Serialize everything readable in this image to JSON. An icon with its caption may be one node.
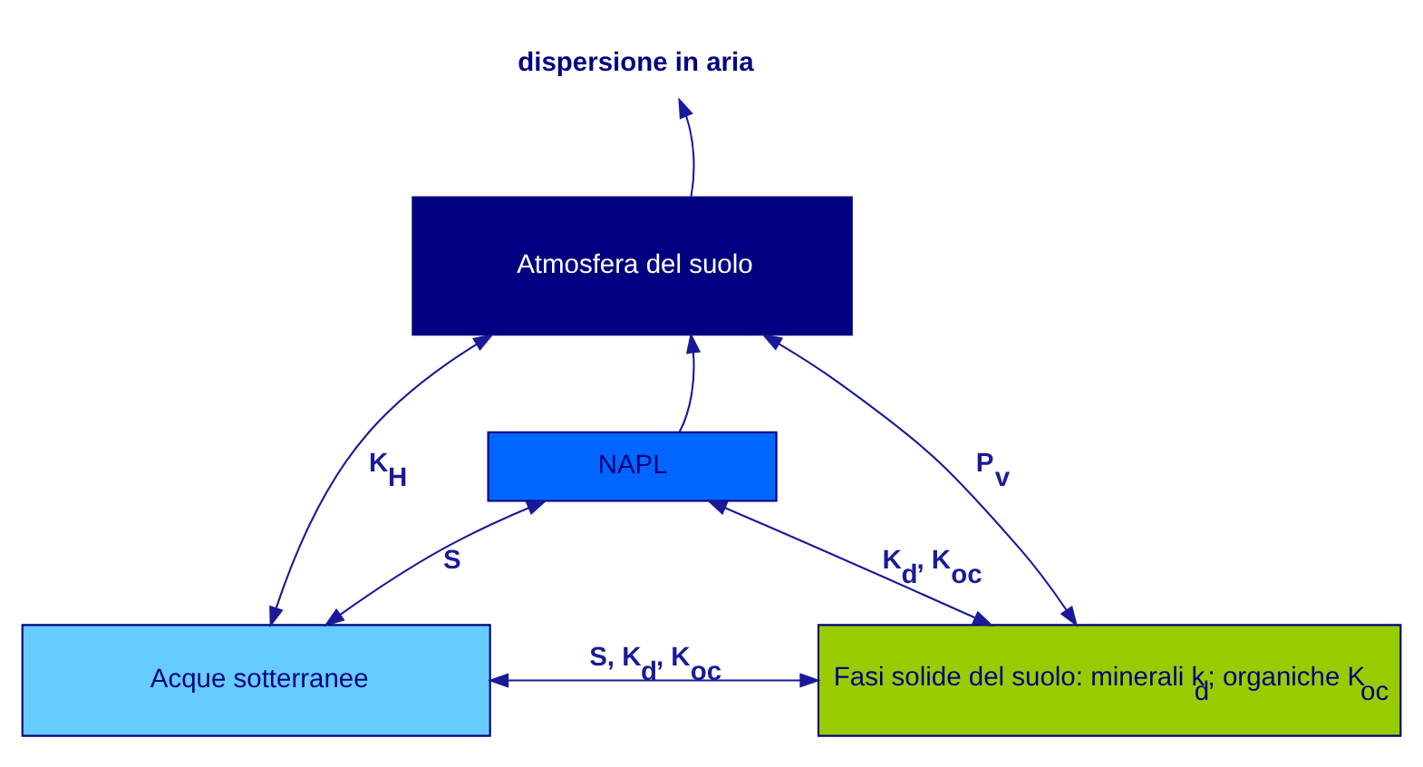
{
  "diagram": {
    "nodes": [
      {
        "text": [
          "dispersione in aria"
        ]
      },
      {
        "text": [
          "Atmosfera del suolo"
        ]
      },
      {
        "text": [
          "NAPL"
        ]
      },
      {
        "text": [
          "Acque sotterranee"
        ]
      },
      {
        "text": [
          "Fasi solide del suolo: minerali k$_{d}$; organiche K$_{oc}$"
        ]
      }
    ],
    "edges": [
      {
        "from": 1,
        "to": 0,
        "arrow": "to"
      },
      {
        "from": 2,
        "to": 1,
        "arrow": "to"
      },
      {
        "from": 1,
        "to": 3,
        "arrow": "both",
        "label": "K$_{H}$"
      },
      {
        "from": 1,
        "to": 4,
        "arrow": "both",
        "label": "P$_{v}$"
      },
      {
        "from": 3,
        "to": 2,
        "arrow": "both",
        "label": "S"
      },
      {
        "from": 4,
        "to": 2,
        "arrow": "both",
        "label": "K$_{d}$, K$_{oc}$"
      },
      {
        "from": 3,
        "to": 4,
        "arrow": "both",
        "label": "S, K$_{d}$, K$_{oc}$"
      }
    ]
  }
}
